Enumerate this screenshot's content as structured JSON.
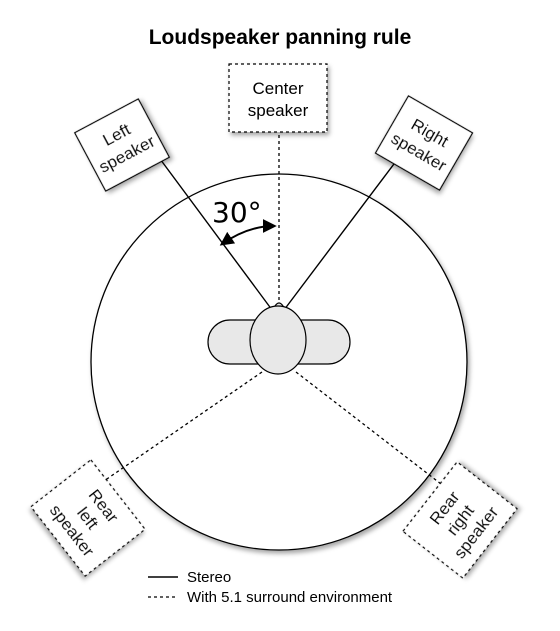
{
  "title": "Loudspeaker panning rule",
  "angle_label": "30°",
  "speakers": {
    "left": [
      "Left",
      "speaker"
    ],
    "center": [
      "Center",
      "speaker"
    ],
    "right": [
      "Right",
      "speaker"
    ],
    "rear_left": [
      "Rear",
      "left",
      "speaker"
    ],
    "rear_right": [
      "Rear",
      "right",
      "speaker"
    ]
  },
  "legend": {
    "stereo": "Stereo",
    "surround": "With 5.1 surround environment"
  },
  "colors": {
    "stroke": "#000000",
    "head_fill": "#e8e8e8",
    "box_fill": "#ffffff"
  }
}
